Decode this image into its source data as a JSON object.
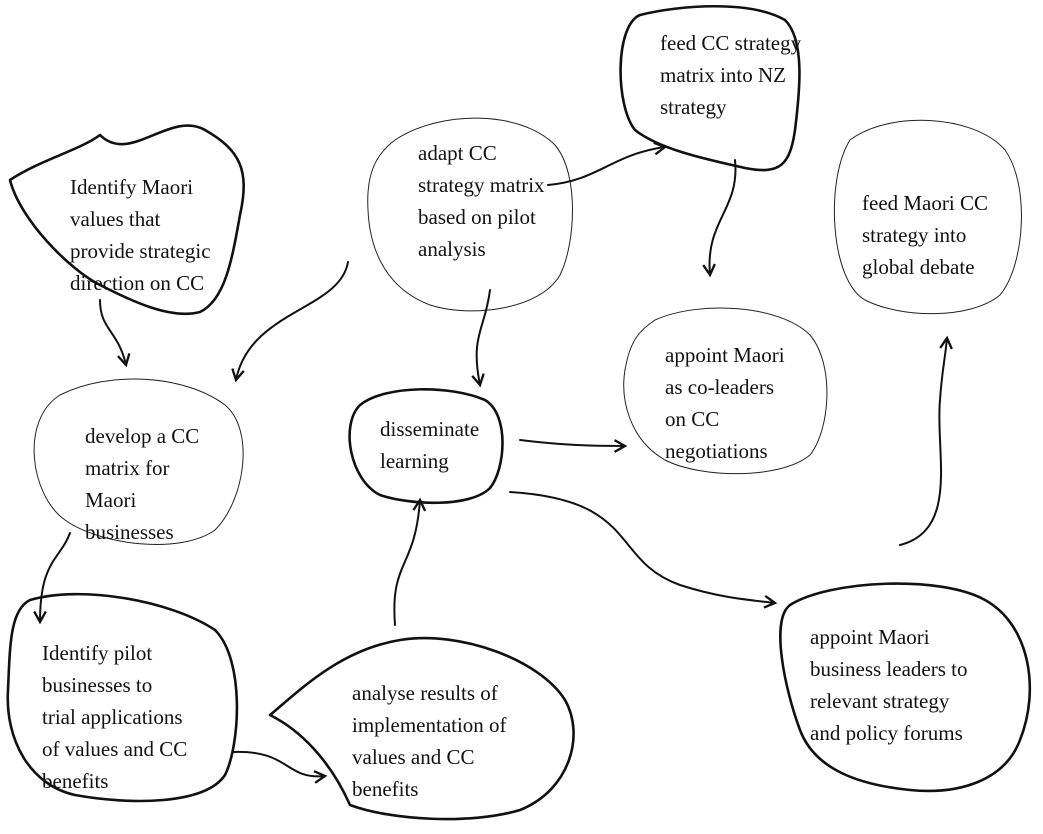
{
  "nodes": [
    {
      "id": "identify-values",
      "lines": [
        "Identify Maori",
        "values that",
        "provide strategic",
        "direction on CC"
      ]
    },
    {
      "id": "develop-matrix",
      "lines": [
        "develop a CC",
        "matrix for",
        "Maori",
        "businesses"
      ]
    },
    {
      "id": "identify-pilot",
      "lines": [
        "Identify pilot",
        "businesses to",
        "trial applications",
        "of values and CC",
        "benefits"
      ]
    },
    {
      "id": "analyse-results",
      "lines": [
        "analyse results of",
        "implementation of",
        "values and CC",
        "benefits"
      ]
    },
    {
      "id": "disseminate",
      "lines": [
        "disseminate",
        "learning"
      ]
    },
    {
      "id": "adapt-matrix",
      "lines": [
        "adapt CC",
        "strategy matrix",
        "based on pilot",
        "analysis"
      ]
    },
    {
      "id": "feed-nz",
      "lines": [
        "feed CC strategy",
        "matrix into NZ",
        "strategy"
      ]
    },
    {
      "id": "co-leaders",
      "lines": [
        "appoint Maori",
        "as co-leaders",
        "on CC",
        "negotiations"
      ]
    },
    {
      "id": "global-debate",
      "lines": [
        "feed Maori CC",
        "strategy into",
        "global debate"
      ]
    },
    {
      "id": "business-leaders",
      "lines": [
        "appoint Maori",
        "business leaders to",
        "relevant strategy",
        "and policy forums"
      ]
    }
  ]
}
